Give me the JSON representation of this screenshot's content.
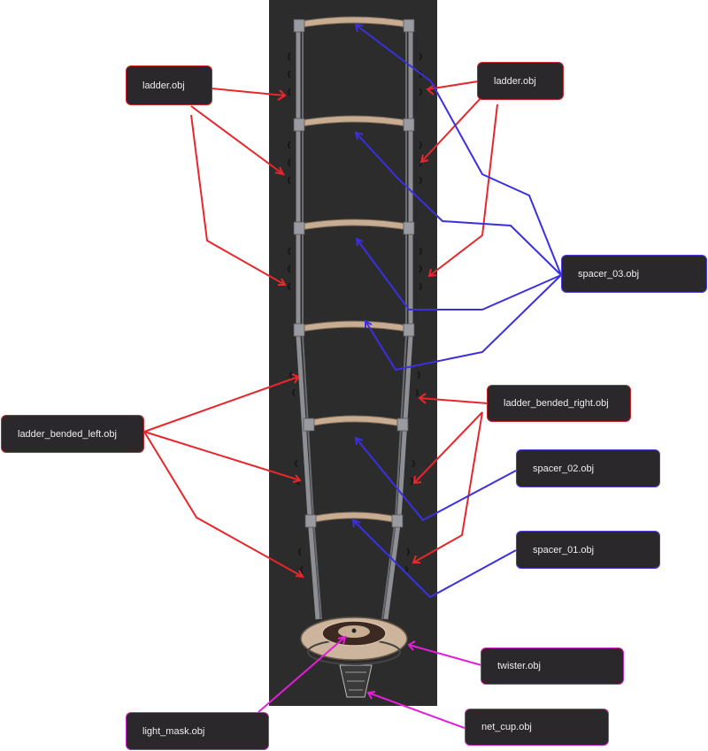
{
  "labels": {
    "ladder_left": "ladder.obj",
    "ladder_right": "ladder.obj",
    "spacer_03": "spacer_03.obj",
    "ladder_bended_left": "ladder_bended_left.obj",
    "ladder_bended_right": "ladder_bended_right.obj",
    "spacer_02": "spacer_02.obj",
    "spacer_01": "spacer_01.obj",
    "twister": "twister.obj",
    "light_mask": "light_mask.obj",
    "net_cup": "net_cup.obj"
  },
  "colors": {
    "ladder_arrows": "#e8262b",
    "spacer_arrows": "#3b2fe0",
    "base_arrows": "#e21fd8",
    "render_background": "#2c2c2c",
    "label_background": "#2a282b",
    "spacer_wood": "#c9ad92",
    "frame_metal": "#8e8f95"
  }
}
